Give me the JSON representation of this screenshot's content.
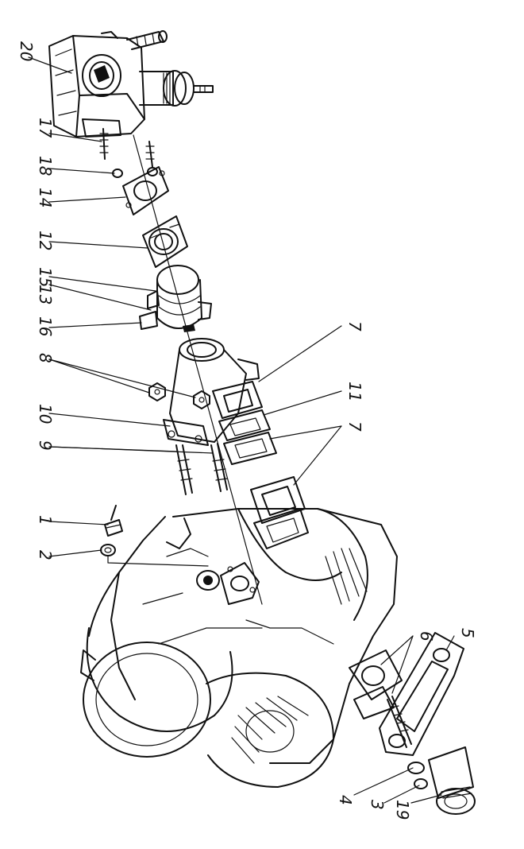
{
  "drawing": {
    "part_labels": [
      "20",
      "17",
      "18",
      "14",
      "12",
      "15",
      "13",
      "16",
      "8",
      "10",
      "9",
      "1",
      "2",
      "7",
      "11",
      "7",
      "6",
      "5",
      "4",
      "3",
      "19"
    ]
  }
}
